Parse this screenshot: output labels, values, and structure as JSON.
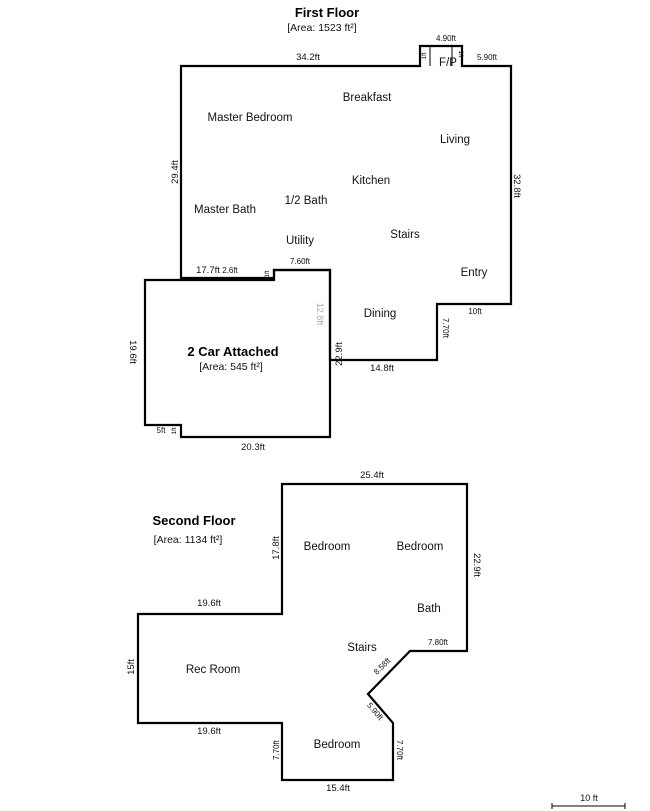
{
  "first_floor": {
    "title": "First Floor",
    "area": "[Area: 1523 ft²]",
    "fp_label": "F/P",
    "rooms": [
      "Breakfast",
      "Master Bedroom",
      "Living",
      "Kitchen",
      "Master Bath",
      "1/2 Bath",
      "Stairs",
      "Utility",
      "Entry",
      "Dining"
    ],
    "dims": {
      "top": "34.2ft",
      "fp_top": "4.90ft",
      "fp_side_left": "1ft",
      "fp_side_right": "1ft",
      "top_right": "5.90ft",
      "left": "29.4ft",
      "right": "32.8ft",
      "step_a": "17.7ft",
      "step_b": "2.6ft",
      "step_c": "1ft",
      "step_d": "7.60ft",
      "garage_shared": "12.8ft",
      "dining_left": "22.9ft",
      "bottom": "14.8ft",
      "notch_v": "7.70ft",
      "notch_h": "10ft"
    }
  },
  "garage": {
    "title": "2 Car Attached",
    "area": "[Area: 545 ft²]",
    "dims": {
      "left": "19.6ft",
      "bottom": "20.3ft",
      "notch_h": "5ft",
      "notch_v": "1ft"
    }
  },
  "second_floor": {
    "title": "Second Floor",
    "area": "[Area: 1134 ft²]",
    "rooms": [
      "Bedroom",
      "Bedroom",
      "Bath",
      "Stairs",
      "Rec Room",
      "Bedroom"
    ],
    "dims": {
      "top": "25.4ft",
      "right": "22.9ft",
      "upper_left": "17.8ft",
      "rec_top": "19.6ft",
      "rec_left": "15ft",
      "rec_bottom": "19.6ft",
      "bath_bottom": "7.80ft",
      "diag_a": "8.58ft",
      "diag_b": "5.90ft",
      "bed_left": "7.70ft",
      "bed_right": "7.70ft",
      "bottom": "15.4ft"
    }
  },
  "scale": {
    "label": "10 ft"
  }
}
